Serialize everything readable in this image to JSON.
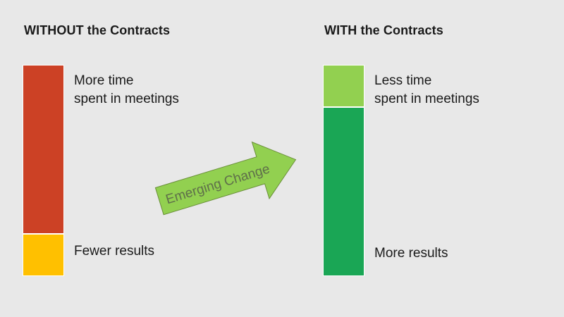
{
  "left_panel": {
    "heading": "WITHOUT the Contracts",
    "top_segment": {
      "line1": "More time",
      "line2": "spent in meetings",
      "share": 0.8
    },
    "bottom_segment": {
      "line1": "Fewer results",
      "share": 0.2
    }
  },
  "right_panel": {
    "heading": "WITH the Contracts",
    "top_segment": {
      "line1": "Less time",
      "line2": "spent in meetings",
      "share": 0.2
    },
    "bottom_segment": {
      "line1": "More results",
      "share": 0.8
    }
  },
  "arrow": {
    "label": "Emerging Change"
  },
  "colors": {
    "background": "#e8e8e8",
    "meetings_bad": "#cc4125",
    "results_bad": "#ffc000",
    "meetings_good": "#92d050",
    "results_good": "#1aa655",
    "arrow_fill": "#92d050",
    "arrow_text": "#5f6f4a"
  }
}
